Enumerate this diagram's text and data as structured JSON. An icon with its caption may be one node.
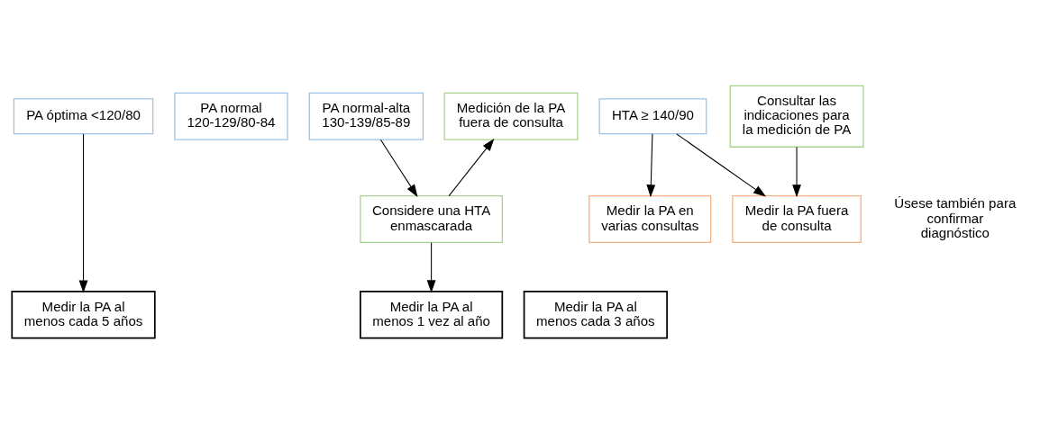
{
  "diagram": {
    "nodes": [
      {
        "text": [
          "PA óptima <120/80"
        ]
      },
      {
        "text": [
          "PA normal 120-129/80-84"
        ]
      },
      {
        "text": [
          "PA normal-alta 130-139/85-89"
        ]
      },
      {
        "text": [
          "HTA ≥ 140/90"
        ]
      },
      {
        "text": [
          "Medición de la PA fuera de consulta"
        ]
      },
      {
        "text": [
          "Considere una HTA enmascarada"
        ]
      },
      {
        "text": [
          "Medir la PA en varias consultas"
        ]
      },
      {
        "text": [
          "Medir la PA fuera de consulta"
        ]
      },
      {
        "text": [
          "Medir la PA al menos cada 5 años"
        ]
      },
      {
        "text": [
          "Medir la PA al menos cada 3 años"
        ]
      },
      {
        "text": [
          "Medir la PA al menos 1 vez al año"
        ]
      },
      {
        "text": [
          "Consultar las indicaciones para la medición de PA"
        ]
      }
    ],
    "edges": [
      {
        "from": 0,
        "to": 8,
        "arrow": "to"
      },
      {
        "from": 2,
        "to": 5,
        "arrow": "to"
      },
      {
        "from": 5,
        "to": 4,
        "arrow": "to"
      },
      {
        "from": 5,
        "to": 10,
        "arrow": "to"
      },
      {
        "from": 3,
        "to": 6,
        "arrow": "to"
      },
      {
        "from": 3,
        "to": 7,
        "arrow": "to"
      },
      {
        "from": 11,
        "to": 7,
        "arrow": "to"
      }
    ],
    "labels": [
      "Úsese también para confirmar diagnóstico"
    ]
  }
}
